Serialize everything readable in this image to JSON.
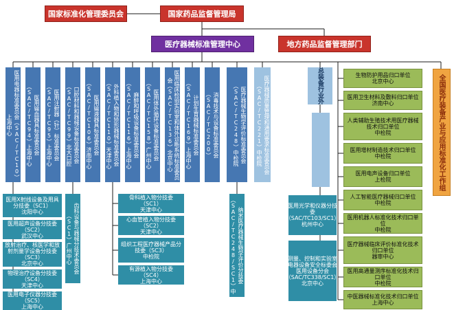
{
  "top": {
    "sac": "国家标准化管理委员会",
    "nmpa": "国家药品监督管理局",
    "std_center": "医疗器械标准管理中心",
    "local": "地方药品监督管理部门"
  },
  "committees": [
    {
      "text": "医用电器标准委员会（SAC/TC10）上海中心"
    },
    {
      "text": "医用输血器具标准委员会（SAC/TC94）上海中心"
    },
    {
      "text": "医用注射器（针）标准委员会（SAC/TC95）上海中心"
    },
    {
      "text": "口腔材料和器械设备标准委员会（SAC/TC99）北大口腔"
    },
    {
      "text": "医用输液器具标准委员会（SAC/TC106）济南中心"
    },
    {
      "text": "外科植入物和矫形器械标准委员会（SAC/TC110）天津中心"
    },
    {
      "text": "麻醉和呼吸设备标准委员会（SAC/TC116）上海中心"
    },
    {
      "text": "医用体外循环设备标准委员会（SAC/TC158）广州中心"
    },
    {
      "text": "医用临床检验实验室和体外诊断系统标准委员会（SAC/TC136）北京中心"
    },
    {
      "text": "计划生育器械标准委员会（SAC/TC169）上海中心"
    },
    {
      "text": "消毒技术与设备标准委员会（SAC/TC200）"
    },
    {
      "text": "医疗器械生物学评价标准委员会（SAC/TC248）中检院"
    },
    {
      "text": "医疗器械质量管理和通用要求标准委员会（SAC/TC221）中检院"
    }
  ],
  "outside_group": {
    "text": "总装备行业外"
  },
  "tc10_subs": [
    {
      "text": "医用X射线设备及用具分技委（SC1）\n沈阳中心"
    },
    {
      "text": "医用超声设备分技委（SC2）\n武汉中心"
    },
    {
      "text": "放射治疗、核医学和放射剂量学设备分技委（SC3）\n北京中心"
    },
    {
      "text": "物理治疗设备分技委（SC4）\n天津中心"
    },
    {
      "text": "医用电子仪器分技委（SC5）\n上海中心"
    }
  ],
  "dental_sub": {
    "text": "齿科设备与器械分技术委员会（SC1）广州中心"
  },
  "tc110_subs": [
    {
      "text": "骨科植入物分技委（SC1）\n天津中心"
    },
    {
      "text": "心血管植入物分技委（SC2）\n天津中心"
    },
    {
      "text": "组织工程医疗器械产品分技委（SC3）\n中检院"
    },
    {
      "text": "有源植入物分技委（SC4）\n上海中心"
    }
  ],
  "nano_sub": {
    "text": "纳米医疗器械生物学评价分技委（SAC/TC248/SC1）中检院"
  },
  "outside_subs": [
    {
      "text": "医用光学和仪器分技委\n（SAC/TC103/SC1）\n杭州中心"
    },
    {
      "text": "测量、控制和实验室电器设备安全标委会医用设备分会\n（SAC/TC338/SC1）\n北京中心"
    }
  ],
  "guikou_units": [
    {
      "text": "生物防护用品归口单位\n北京中心"
    },
    {
      "text": "医用卫生材料及敷料归口单位\n济南中心"
    },
    {
      "text": "人类辅助生殖技术用医疗器械技术归口单位\n中检院"
    },
    {
      "text": "医用增材制造技术归口单位\n中检院"
    },
    {
      "text": "医用电声设备归口单位\n上检院"
    },
    {
      "text": "人工智能医疗器械归口单位\n中检院"
    },
    {
      "text": "医用机器人标准化技术归口单位\n中检院"
    },
    {
      "text": "医疗器械临床评价标准化技术归口单位\n器审中心"
    },
    {
      "text": "医用高通量测序标准化技术归口单位\n中检院"
    },
    {
      "text": "中医器械标准化技术归口单位\n上海中心"
    }
  ],
  "working_group": {
    "text": "全国医疗装备产业与应用标准化工作组"
  },
  "colors": {
    "red": "#c9342c",
    "purple": "#7030a0",
    "blue": "#4677b2",
    "light_blue": "#9ec2e0",
    "teal": "#2f8ea6",
    "green": "#9bbb59",
    "orange": "#f0a441"
  }
}
